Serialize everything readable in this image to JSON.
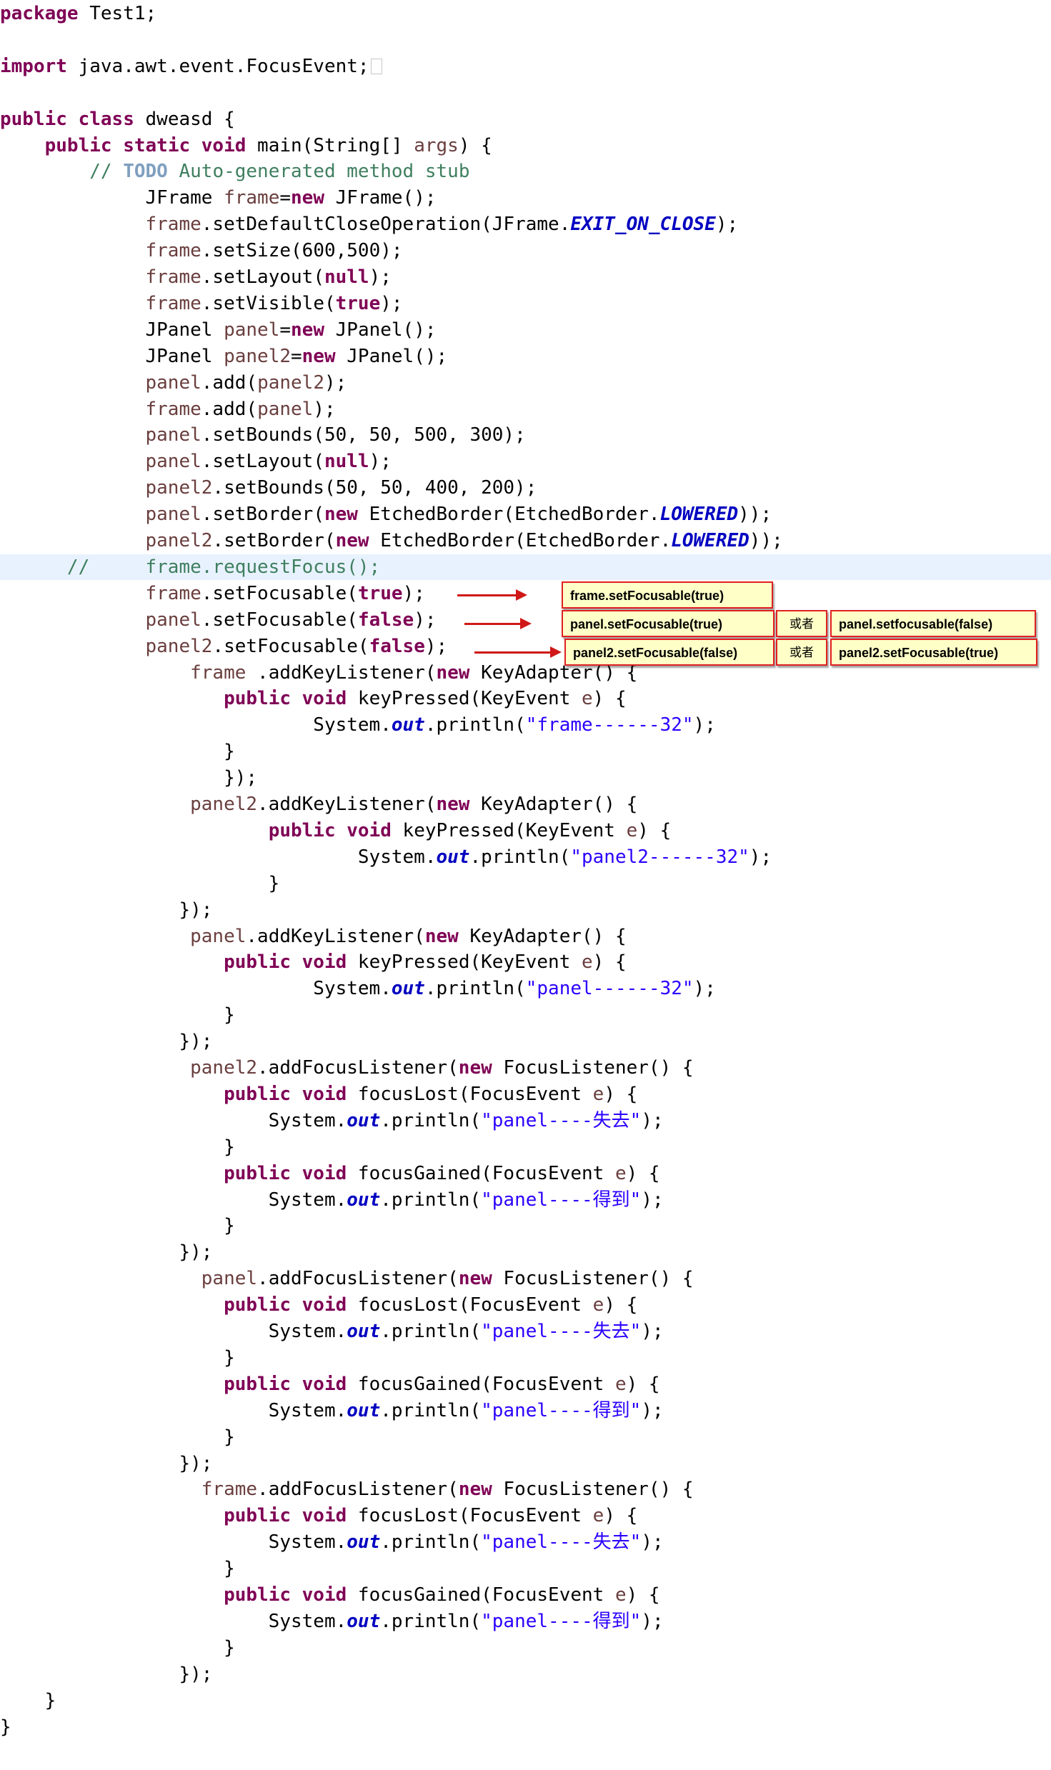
{
  "code_lines": [
    [
      {
        "t": "package",
        "c": "kw"
      },
      {
        "t": " Test1;",
        "c": "plain"
      }
    ],
    [],
    [
      {
        "t": "import",
        "c": "kw"
      },
      {
        "t": " java.awt.event.FocusEvent;",
        "c": "plain"
      }
    ],
    [],
    [
      {
        "t": "public",
        "c": "kw"
      },
      {
        "t": " ",
        "c": "plain"
      },
      {
        "t": "class",
        "c": "kw"
      },
      {
        "t": " dweasd {",
        "c": "plain"
      }
    ],
    [
      {
        "t": "    ",
        "c": "plain"
      },
      {
        "t": "public",
        "c": "kw"
      },
      {
        "t": " ",
        "c": "plain"
      },
      {
        "t": "static",
        "c": "kw"
      },
      {
        "t": " ",
        "c": "plain"
      },
      {
        "t": "void",
        "c": "kw"
      },
      {
        "t": " main(String[] ",
        "c": "plain"
      },
      {
        "t": "args",
        "c": "var"
      },
      {
        "t": ") {",
        "c": "plain"
      }
    ],
    [
      {
        "t": "        ",
        "c": "plain"
      },
      {
        "t": "// ",
        "c": "comment"
      },
      {
        "t": "TODO",
        "c": "todo"
      },
      {
        "t": " Auto-generated method stub",
        "c": "comment"
      }
    ],
    [
      {
        "t": "             JFrame ",
        "c": "plain"
      },
      {
        "t": "frame",
        "c": "var"
      },
      {
        "t": "=",
        "c": "plain"
      },
      {
        "t": "new",
        "c": "kw"
      },
      {
        "t": " JFrame();",
        "c": "plain"
      }
    ],
    [
      {
        "t": "             ",
        "c": "plain"
      },
      {
        "t": "frame",
        "c": "var"
      },
      {
        "t": ".setDefaultCloseOperation(JFrame.",
        "c": "plain"
      },
      {
        "t": "EXIT_ON_CLOSE",
        "c": "field"
      },
      {
        "t": ");",
        "c": "plain"
      }
    ],
    [
      {
        "t": "             ",
        "c": "plain"
      },
      {
        "t": "frame",
        "c": "var"
      },
      {
        "t": ".setSize(600,500);",
        "c": "plain"
      }
    ],
    [
      {
        "t": "             ",
        "c": "plain"
      },
      {
        "t": "frame",
        "c": "var"
      },
      {
        "t": ".setLayout(",
        "c": "plain"
      },
      {
        "t": "null",
        "c": "kw"
      },
      {
        "t": ");",
        "c": "plain"
      }
    ],
    [
      {
        "t": "             ",
        "c": "plain"
      },
      {
        "t": "frame",
        "c": "var"
      },
      {
        "t": ".setVisible(",
        "c": "plain"
      },
      {
        "t": "true",
        "c": "kw"
      },
      {
        "t": ");",
        "c": "plain"
      }
    ],
    [
      {
        "t": "             JPanel ",
        "c": "plain"
      },
      {
        "t": "panel",
        "c": "var"
      },
      {
        "t": "=",
        "c": "plain"
      },
      {
        "t": "new",
        "c": "kw"
      },
      {
        "t": " JPanel();",
        "c": "plain"
      }
    ],
    [
      {
        "t": "             JPanel ",
        "c": "plain"
      },
      {
        "t": "panel2",
        "c": "var"
      },
      {
        "t": "=",
        "c": "plain"
      },
      {
        "t": "new",
        "c": "kw"
      },
      {
        "t": " JPanel();",
        "c": "plain"
      }
    ],
    [
      {
        "t": "             ",
        "c": "plain"
      },
      {
        "t": "panel",
        "c": "var"
      },
      {
        "t": ".add(",
        "c": "plain"
      },
      {
        "t": "panel2",
        "c": "var"
      },
      {
        "t": ");",
        "c": "plain"
      }
    ],
    [
      {
        "t": "             ",
        "c": "plain"
      },
      {
        "t": "frame",
        "c": "var"
      },
      {
        "t": ".add(",
        "c": "plain"
      },
      {
        "t": "panel",
        "c": "var"
      },
      {
        "t": ");",
        "c": "plain"
      }
    ],
    [
      {
        "t": "             ",
        "c": "plain"
      },
      {
        "t": "panel",
        "c": "var"
      },
      {
        "t": ".setBounds(50, 50, 500, 300);",
        "c": "plain"
      }
    ],
    [
      {
        "t": "             ",
        "c": "plain"
      },
      {
        "t": "panel",
        "c": "var"
      },
      {
        "t": ".setLayout(",
        "c": "plain"
      },
      {
        "t": "null",
        "c": "kw"
      },
      {
        "t": ");",
        "c": "plain"
      }
    ],
    [
      {
        "t": "             ",
        "c": "plain"
      },
      {
        "t": "panel2",
        "c": "var"
      },
      {
        "t": ".setBounds(50, 50, 400, 200);",
        "c": "plain"
      }
    ],
    [
      {
        "t": "             ",
        "c": "plain"
      },
      {
        "t": "panel",
        "c": "var"
      },
      {
        "t": ".setBorder(",
        "c": "plain"
      },
      {
        "t": "new",
        "c": "kw"
      },
      {
        "t": " EtchedBorder(EtchedBorder.",
        "c": "plain"
      },
      {
        "t": "LOWERED",
        "c": "field"
      },
      {
        "t": "));",
        "c": "plain"
      }
    ],
    [
      {
        "t": "             ",
        "c": "plain"
      },
      {
        "t": "panel2",
        "c": "var"
      },
      {
        "t": ".setBorder(",
        "c": "plain"
      },
      {
        "t": "new",
        "c": "kw"
      },
      {
        "t": " EtchedBorder(EtchedBorder.",
        "c": "plain"
      },
      {
        "t": "LOWERED",
        "c": "field"
      },
      {
        "t": "));",
        "c": "plain"
      }
    ],
    [
      {
        "t": "      //     frame.requestFocus();",
        "c": "comment"
      }
    ],
    [
      {
        "t": "             ",
        "c": "plain"
      },
      {
        "t": "frame",
        "c": "var"
      },
      {
        "t": ".setFocusable(",
        "c": "plain"
      },
      {
        "t": "true",
        "c": "kw"
      },
      {
        "t": ");",
        "c": "plain"
      }
    ],
    [
      {
        "t": "             ",
        "c": "plain"
      },
      {
        "t": "panel",
        "c": "var"
      },
      {
        "t": ".setFocusable(",
        "c": "plain"
      },
      {
        "t": "false",
        "c": "kw"
      },
      {
        "t": ");",
        "c": "plain"
      }
    ],
    [
      {
        "t": "             ",
        "c": "plain"
      },
      {
        "t": "panel2",
        "c": "var"
      },
      {
        "t": ".setFocusable(",
        "c": "plain"
      },
      {
        "t": "false",
        "c": "kw"
      },
      {
        "t": ");",
        "c": "plain"
      }
    ],
    [
      {
        "t": "                 ",
        "c": "plain"
      },
      {
        "t": "frame",
        "c": "var"
      },
      {
        "t": " .addKeyListener(",
        "c": "plain"
      },
      {
        "t": "new",
        "c": "kw"
      },
      {
        "t": " KeyAdapter() {",
        "c": "plain"
      }
    ],
    [
      {
        "t": "                    ",
        "c": "plain"
      },
      {
        "t": "public",
        "c": "kw"
      },
      {
        "t": " ",
        "c": "plain"
      },
      {
        "t": "void",
        "c": "kw"
      },
      {
        "t": " keyPressed(KeyEvent ",
        "c": "plain"
      },
      {
        "t": "e",
        "c": "var"
      },
      {
        "t": ") {",
        "c": "plain"
      }
    ],
    [
      {
        "t": "                            System.",
        "c": "plain"
      },
      {
        "t": "out",
        "c": "field"
      },
      {
        "t": ".println(",
        "c": "plain"
      },
      {
        "t": "\"frame------32\"",
        "c": "str"
      },
      {
        "t": ");",
        "c": "plain"
      }
    ],
    [
      {
        "t": "                    }",
        "c": "plain"
      }
    ],
    [
      {
        "t": "                    });",
        "c": "plain"
      }
    ],
    [
      {
        "t": "                 ",
        "c": "plain"
      },
      {
        "t": "panel2",
        "c": "var"
      },
      {
        "t": ".addKeyListener(",
        "c": "plain"
      },
      {
        "t": "new",
        "c": "kw"
      },
      {
        "t": " KeyAdapter() {",
        "c": "plain"
      }
    ],
    [
      {
        "t": "                        ",
        "c": "plain"
      },
      {
        "t": "public",
        "c": "kw"
      },
      {
        "t": " ",
        "c": "plain"
      },
      {
        "t": "void",
        "c": "kw"
      },
      {
        "t": " keyPressed(KeyEvent ",
        "c": "plain"
      },
      {
        "t": "e",
        "c": "var"
      },
      {
        "t": ") {",
        "c": "plain"
      }
    ],
    [
      {
        "t": "                                System.",
        "c": "plain"
      },
      {
        "t": "out",
        "c": "field"
      },
      {
        "t": ".println(",
        "c": "plain"
      },
      {
        "t": "\"panel2------32\"",
        "c": "str"
      },
      {
        "t": ");",
        "c": "plain"
      }
    ],
    [
      {
        "t": "                        }",
        "c": "plain"
      }
    ],
    [
      {
        "t": "                });",
        "c": "plain"
      }
    ],
    [
      {
        "t": "                 ",
        "c": "plain"
      },
      {
        "t": "panel",
        "c": "var"
      },
      {
        "t": ".addKeyListener(",
        "c": "plain"
      },
      {
        "t": "new",
        "c": "kw"
      },
      {
        "t": " KeyAdapter() {",
        "c": "plain"
      }
    ],
    [
      {
        "t": "                    ",
        "c": "plain"
      },
      {
        "t": "public",
        "c": "kw"
      },
      {
        "t": " ",
        "c": "plain"
      },
      {
        "t": "void",
        "c": "kw"
      },
      {
        "t": " keyPressed(KeyEvent ",
        "c": "plain"
      },
      {
        "t": "e",
        "c": "var"
      },
      {
        "t": ") {",
        "c": "plain"
      }
    ],
    [
      {
        "t": "                            System.",
        "c": "plain"
      },
      {
        "t": "out",
        "c": "field"
      },
      {
        "t": ".println(",
        "c": "plain"
      },
      {
        "t": "\"panel------32\"",
        "c": "str"
      },
      {
        "t": ");",
        "c": "plain"
      }
    ],
    [
      {
        "t": "                    }",
        "c": "plain"
      }
    ],
    [
      {
        "t": "                });",
        "c": "plain"
      }
    ],
    [
      {
        "t": "                 ",
        "c": "plain"
      },
      {
        "t": "panel2",
        "c": "var"
      },
      {
        "t": ".addFocusListener(",
        "c": "plain"
      },
      {
        "t": "new",
        "c": "kw"
      },
      {
        "t": " FocusListener() {",
        "c": "plain"
      }
    ],
    [
      {
        "t": "                    ",
        "c": "plain"
      },
      {
        "t": "public",
        "c": "kw"
      },
      {
        "t": " ",
        "c": "plain"
      },
      {
        "t": "void",
        "c": "kw"
      },
      {
        "t": " focusLost(FocusEvent ",
        "c": "plain"
      },
      {
        "t": "e",
        "c": "var"
      },
      {
        "t": ") {",
        "c": "plain"
      }
    ],
    [
      {
        "t": "                        System.",
        "c": "plain"
      },
      {
        "t": "out",
        "c": "field"
      },
      {
        "t": ".println(",
        "c": "plain"
      },
      {
        "t": "\"panel----失去\"",
        "c": "str"
      },
      {
        "t": ");",
        "c": "plain"
      }
    ],
    [
      {
        "t": "                    }",
        "c": "plain"
      }
    ],
    [
      {
        "t": "                    ",
        "c": "plain"
      },
      {
        "t": "public",
        "c": "kw"
      },
      {
        "t": " ",
        "c": "plain"
      },
      {
        "t": "void",
        "c": "kw"
      },
      {
        "t": " focusGained(FocusEvent ",
        "c": "plain"
      },
      {
        "t": "e",
        "c": "var"
      },
      {
        "t": ") {",
        "c": "plain"
      }
    ],
    [
      {
        "t": "                        System.",
        "c": "plain"
      },
      {
        "t": "out",
        "c": "field"
      },
      {
        "t": ".println(",
        "c": "plain"
      },
      {
        "t": "\"panel----得到\"",
        "c": "str"
      },
      {
        "t": ");",
        "c": "plain"
      }
    ],
    [
      {
        "t": "                    }",
        "c": "plain"
      }
    ],
    [
      {
        "t": "                });",
        "c": "plain"
      }
    ],
    [
      {
        "t": "                  ",
        "c": "plain"
      },
      {
        "t": "panel",
        "c": "var"
      },
      {
        "t": ".addFocusListener(",
        "c": "plain"
      },
      {
        "t": "new",
        "c": "kw"
      },
      {
        "t": " FocusListener() {",
        "c": "plain"
      }
    ],
    [
      {
        "t": "                    ",
        "c": "plain"
      },
      {
        "t": "public",
        "c": "kw"
      },
      {
        "t": " ",
        "c": "plain"
      },
      {
        "t": "void",
        "c": "kw"
      },
      {
        "t": " focusLost(FocusEvent ",
        "c": "plain"
      },
      {
        "t": "e",
        "c": "var"
      },
      {
        "t": ") {",
        "c": "plain"
      }
    ],
    [
      {
        "t": "                        System.",
        "c": "plain"
      },
      {
        "t": "out",
        "c": "field"
      },
      {
        "t": ".println(",
        "c": "plain"
      },
      {
        "t": "\"panel----失去\"",
        "c": "str"
      },
      {
        "t": ");",
        "c": "plain"
      }
    ],
    [
      {
        "t": "                    }",
        "c": "plain"
      }
    ],
    [
      {
        "t": "                    ",
        "c": "plain"
      },
      {
        "t": "public",
        "c": "kw"
      },
      {
        "t": " ",
        "c": "plain"
      },
      {
        "t": "void",
        "c": "kw"
      },
      {
        "t": " focusGained(FocusEvent ",
        "c": "plain"
      },
      {
        "t": "e",
        "c": "var"
      },
      {
        "t": ") {",
        "c": "plain"
      }
    ],
    [
      {
        "t": "                        System.",
        "c": "plain"
      },
      {
        "t": "out",
        "c": "field"
      },
      {
        "t": ".println(",
        "c": "plain"
      },
      {
        "t": "\"panel----得到\"",
        "c": "str"
      },
      {
        "t": ");",
        "c": "plain"
      }
    ],
    [
      {
        "t": "                    }",
        "c": "plain"
      }
    ],
    [
      {
        "t": "                });",
        "c": "plain"
      }
    ],
    [
      {
        "t": "                  ",
        "c": "plain"
      },
      {
        "t": "frame",
        "c": "var"
      },
      {
        "t": ".addFocusListener(",
        "c": "plain"
      },
      {
        "t": "new",
        "c": "kw"
      },
      {
        "t": " FocusListener() {",
        "c": "plain"
      }
    ],
    [
      {
        "t": "                    ",
        "c": "plain"
      },
      {
        "t": "public",
        "c": "kw"
      },
      {
        "t": " ",
        "c": "plain"
      },
      {
        "t": "void",
        "c": "kw"
      },
      {
        "t": " focusLost(FocusEvent ",
        "c": "plain"
      },
      {
        "t": "e",
        "c": "var"
      },
      {
        "t": ") {",
        "c": "plain"
      }
    ],
    [
      {
        "t": "                        System.",
        "c": "plain"
      },
      {
        "t": "out",
        "c": "field"
      },
      {
        "t": ".println(",
        "c": "plain"
      },
      {
        "t": "\"panel----失去\"",
        "c": "str"
      },
      {
        "t": ");",
        "c": "plain"
      }
    ],
    [
      {
        "t": "                    }",
        "c": "plain"
      }
    ],
    [
      {
        "t": "                    ",
        "c": "plain"
      },
      {
        "t": "public",
        "c": "kw"
      },
      {
        "t": " ",
        "c": "plain"
      },
      {
        "t": "void",
        "c": "kw"
      },
      {
        "t": " focusGained(FocusEvent ",
        "c": "plain"
      },
      {
        "t": "e",
        "c": "var"
      },
      {
        "t": ") {",
        "c": "plain"
      }
    ],
    [
      {
        "t": "                        System.",
        "c": "plain"
      },
      {
        "t": "out",
        "c": "field"
      },
      {
        "t": ".println(",
        "c": "plain"
      },
      {
        "t": "\"panel----得到\"",
        "c": "str"
      },
      {
        "t": ");",
        "c": "plain"
      }
    ],
    [
      {
        "t": "                    }",
        "c": "plain"
      }
    ],
    [
      {
        "t": "                });",
        "c": "plain"
      }
    ],
    [
      {
        "t": "    }",
        "c": "plain"
      }
    ],
    [
      {
        "t": "}",
        "c": "plain"
      }
    ]
  ],
  "highlighted_line": 21,
  "collapsed_import_line": 2,
  "annotations": {
    "frame_true": "frame.setFocusable(true)",
    "panel_true": "panel.setFocusable(true)",
    "or_1": "或者",
    "panel_false": "panel.setfocusable(false)",
    "panel2_false": "panel2.setFocusable(false)",
    "or_2": "或者",
    "panel2_true": "panel2.setFocusable(true)"
  },
  "colors": {
    "keyword": "#7f0055",
    "variable": "#6a3e3e",
    "static_field": "#0000c0",
    "string": "#2a00ff",
    "comment": "#3f7f5f",
    "todo": "#7f9fbf",
    "highlight": "#e8f2fe",
    "annotation_fill": "#ffffc8",
    "annotation_border": "#e02020",
    "arrow": "#d01818"
  }
}
